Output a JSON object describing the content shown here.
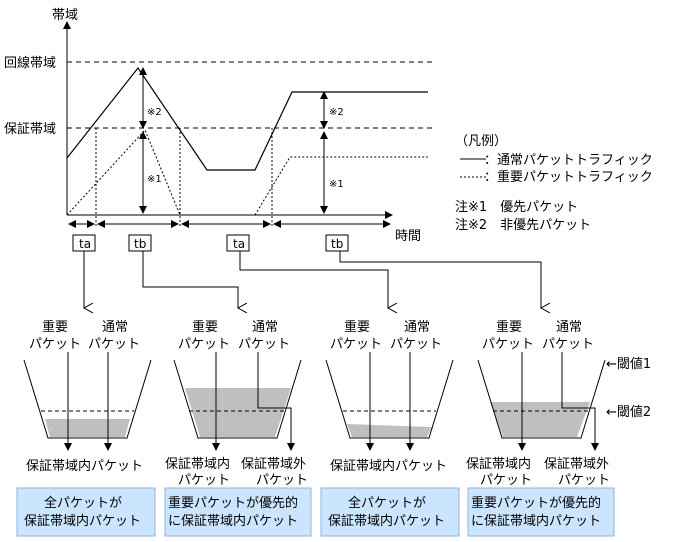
{
  "graph": {
    "y_axis_label": "帯域",
    "x_axis_label": "時間",
    "line_capacity_label": "回線帯域",
    "guaranteed_label": "保証帯域",
    "note1_marker": "※1",
    "note2_marker": "※2"
  },
  "legend": {
    "title": "（凡例）",
    "solid": "：通常パケットトラフィック",
    "dotted": "：重要パケットトラフィック"
  },
  "notes": {
    "note1": "注※1　優先パケット",
    "note2": "注※2　非優先パケット"
  },
  "phases": [
    "ta",
    "tb",
    "ta",
    "tb"
  ],
  "buckets": [
    {
      "important": [
        "重要",
        "パケット"
      ],
      "normal": [
        "通常",
        "パケット"
      ],
      "output": [
        "保証帯域内パケット"
      ],
      "result": [
        "全パケットが",
        "保証帯域内パケット"
      ]
    },
    {
      "important": [
        "重要",
        "パケット"
      ],
      "normal": [
        "通常",
        "パケット"
      ],
      "output": [
        "保証帯域内",
        "パケット"
      ],
      "output2": [
        "保証帯域外",
        "パケット"
      ],
      "result": [
        "重要パケットが優先的",
        "に保証帯域内パケット"
      ]
    },
    {
      "important": [
        "重要",
        "パケット"
      ],
      "normal": [
        "通常",
        "パケット"
      ],
      "output": [
        "保証帯域内パケット"
      ],
      "result": [
        "全パケットが",
        "保証帯域内パケット"
      ]
    },
    {
      "important": [
        "重要",
        "パケット"
      ],
      "normal": [
        "通常",
        "パケット"
      ],
      "output": [
        "保証帯域内",
        "パケット"
      ],
      "output2": [
        "保証帯域外",
        "パケット"
      ],
      "result": [
        "重要パケットが優先的",
        "に保証帯域内パケット"
      ]
    }
  ],
  "thresholds": {
    "t1": "←閾値1",
    "t2": "←閾値2"
  },
  "colors": {
    "fill": "#bfbfbf",
    "result_box": "#cce5ff"
  }
}
